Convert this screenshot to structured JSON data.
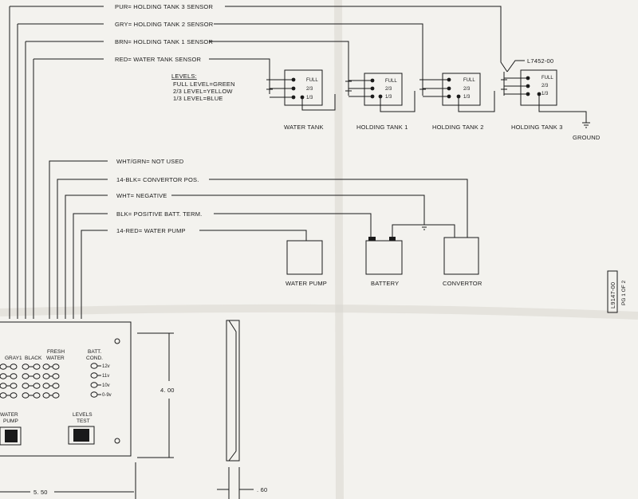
{
  "sensor_wires": [
    "PUR= HOLDING TANK 3 SENSOR",
    "GRY= HOLDING TANK 2 SENSOR",
    "BRN= HOLDING TANK 1 SENSOR",
    "RED= WATER TANK SENSOR"
  ],
  "levels": {
    "title": "LEVELS:",
    "lines": [
      "FULL LEVEL=GREEN",
      "2/3 LEVEL=YELLOW",
      "1/3 LEVEL=BLUE"
    ]
  },
  "tank_levels": [
    "FULL",
    "2/3",
    "1/3"
  ],
  "tanks": [
    "WATER TANK",
    "HOLDING TANK 1",
    "HOLDING TANK 2",
    "HOLDING TANK 3"
  ],
  "part_number": "L7452-00",
  "ground_label": "GROUND",
  "power_wires": [
    "WHT/GRN= NOT USED",
    "14-BLK= CONVERTOR POS.",
    "WHT= NEGATIVE",
    "BLK= POSITIVE BATT. TERM.",
    "14-RED= WATER PUMP"
  ],
  "components": [
    "WATER PUMP",
    "BATTERY",
    "CONVERTOR"
  ],
  "doc_id": "L9147-00",
  "doc_page": "PG 1 OF 2",
  "panel": {
    "col_gray": "GRAY1",
    "col_black": "BLACK",
    "col_fresh_1": "FRESH",
    "col_fresh_2": "WATER",
    "batt_1": "BATT.",
    "batt_2": "COND.",
    "volts": [
      "12v",
      "11v",
      "10v",
      "0-9v"
    ],
    "pump_1": "WATER",
    "pump_2": "PUMP",
    "test_1": "LEVELS",
    "test_2": "TEST"
  },
  "dims": {
    "height": "4. 00",
    "width": "5. 50",
    "depth": ". 60"
  }
}
